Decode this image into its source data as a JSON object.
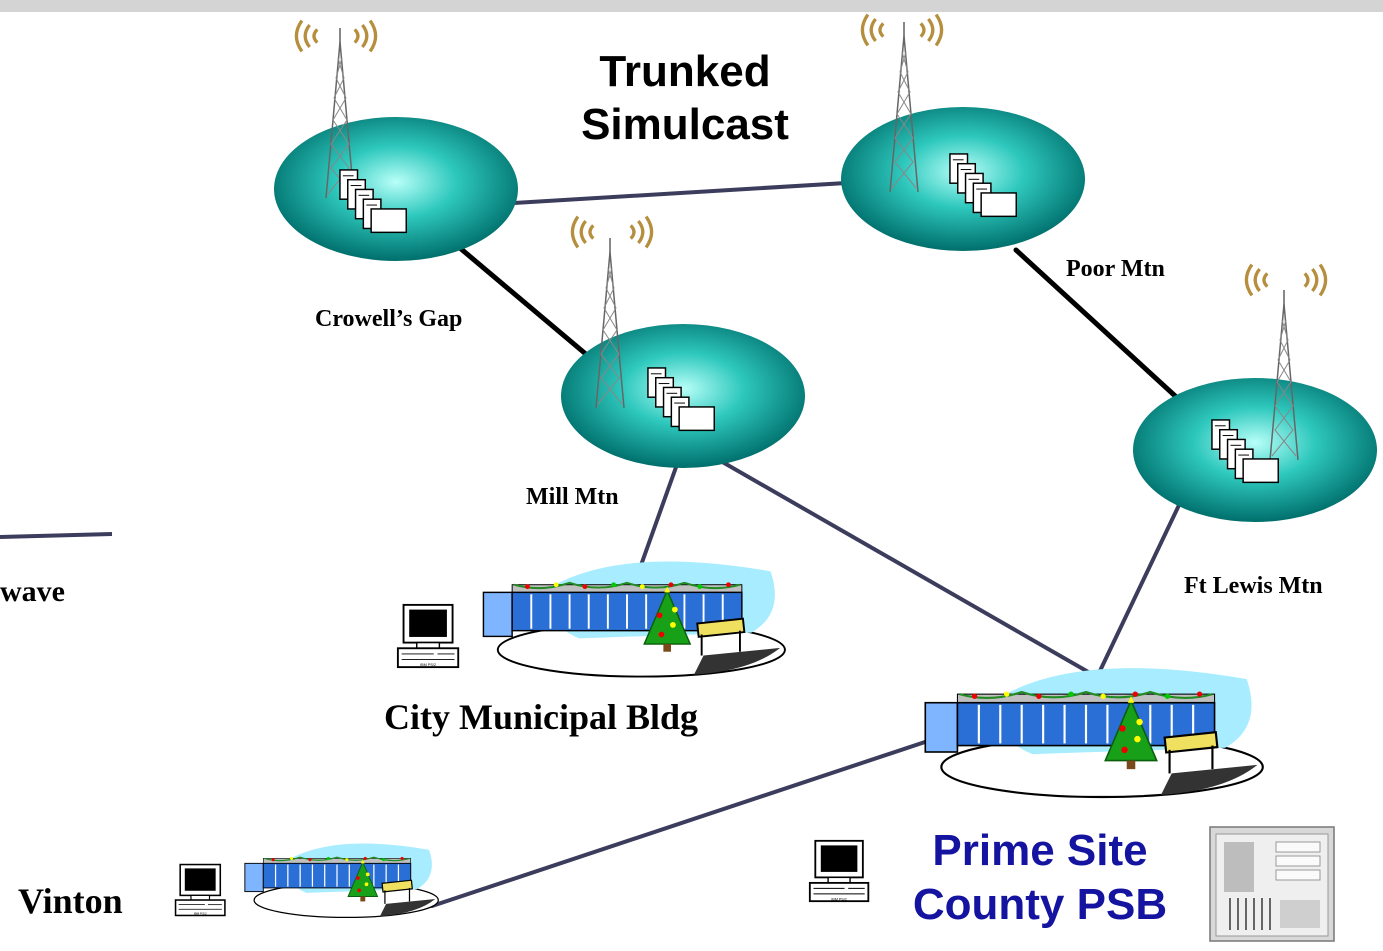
{
  "title_line1": "Trunked",
  "title_line2": "Simulcast",
  "sites": {
    "crowells_gap": "Crowell’s Gap",
    "poor_mtn": "Poor Mtn",
    "mill_mtn": "Mill Mtn",
    "ft_lewis_mtn": "Ft Lewis Mtn"
  },
  "legend_partial": "wave",
  "buildings": {
    "city": "City Municipal Bldg",
    "vinton": "Vinton",
    "prime_line1": "Prime Site",
    "prime_line2": "County PSB"
  },
  "computer_label": "IBM PS/2",
  "colors": {
    "site_cyan": "#00a7a0",
    "link_slate": "#3c3c5c",
    "prime_blue": "#1414a0",
    "building_blue": "#2a6fd6",
    "snow_sky": "#a8ecff"
  },
  "icons": [
    "radio-tower-icon",
    "repeater-stack-icon",
    "computer-icon",
    "building-icon",
    "christmas-tree-icon",
    "equipment-rack-icon"
  ]
}
